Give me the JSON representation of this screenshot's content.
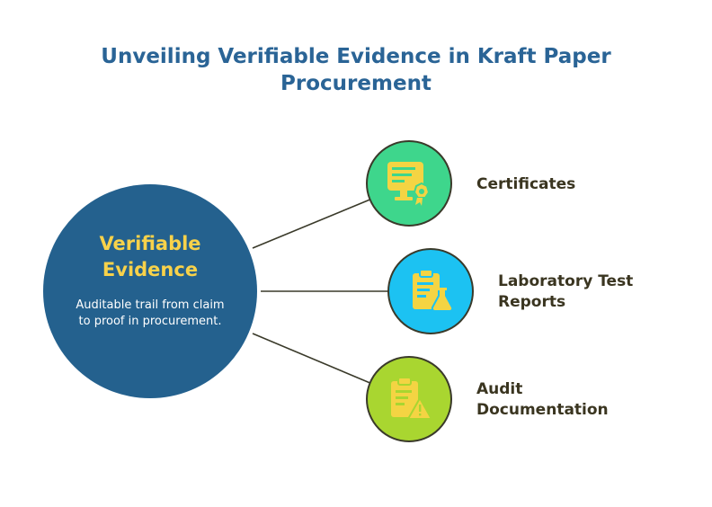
{
  "title": {
    "line1": "Unveiling Verifiable Evidence in Kraft Paper",
    "line2": "Procurement"
  },
  "hub": {
    "title": "Verifiable Evidence",
    "description": "Auditable trail from claim to proof in procurement.",
    "color": "#24618e",
    "title_color": "#f8d24a"
  },
  "items": [
    {
      "label": "Certificates",
      "icon": "certificate-monitor-icon",
      "color": "#3ed68c"
    },
    {
      "label": "Laboratory Test Reports",
      "icon": "lab-report-flask-icon",
      "color": "#1cc2f2"
    },
    {
      "label": "Audit Documentation",
      "icon": "audit-clipboard-warning-icon",
      "color": "#a9d630"
    }
  ],
  "icon_color": "#f4d443"
}
